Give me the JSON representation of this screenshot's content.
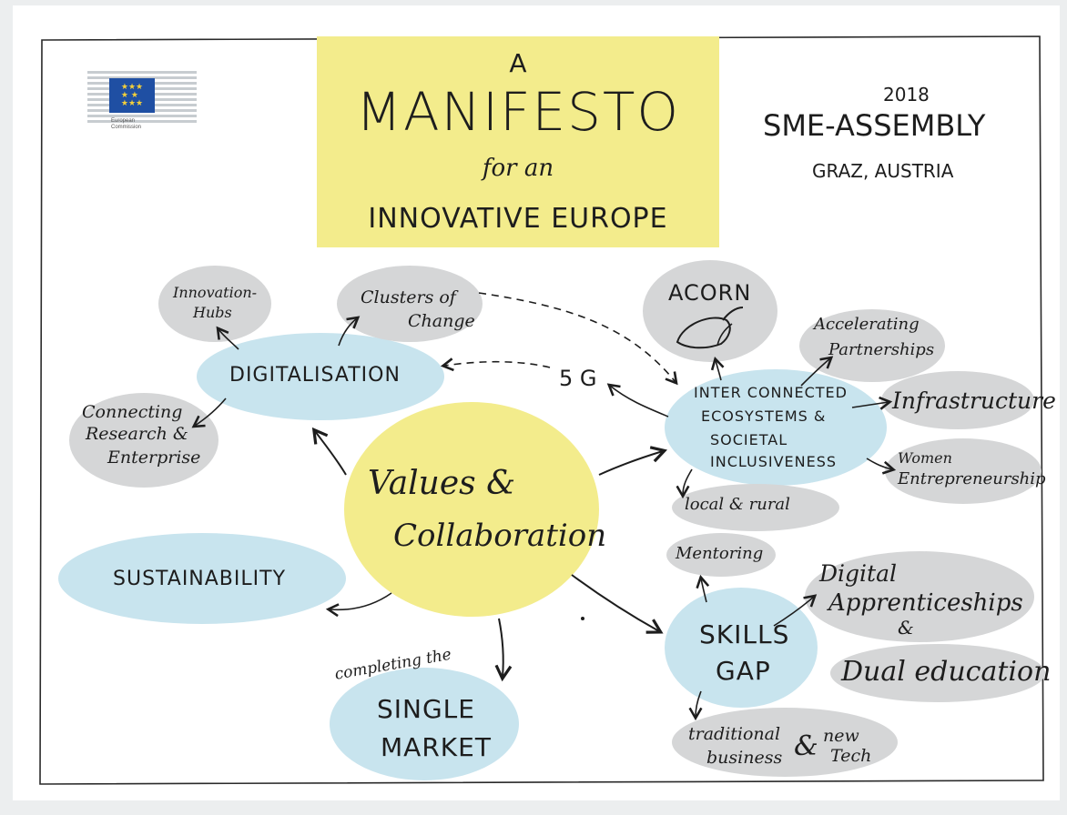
{
  "colors": {
    "yellow": "#f3ec8c",
    "blue": "#c8e4ee",
    "grey": "#d5d6d7",
    "ink": "#1d1d1d"
  },
  "logo": {
    "icon": "eu-flag-icon",
    "text_line1": "European",
    "text_line2": "Commission"
  },
  "title": {
    "line1": "A",
    "line2": "MANIFESTO",
    "line3": "for an",
    "line4": "INNOVATIVE EUROPE"
  },
  "event": {
    "year": "2018",
    "name": "SME-ASSEMBLY",
    "location": "GRAZ, AUSTRIA"
  },
  "center": {
    "line1": "Values &",
    "line2": "Collaboration"
  },
  "nodes": {
    "digitalisation": "DIGITALISATION",
    "innovation_hubs_1": "Innovation-",
    "innovation_hubs_2": "Hubs",
    "clusters_1": "Clusters of",
    "clusters_2": "Change",
    "connecting_1": "Connecting",
    "connecting_2": "Research &",
    "connecting_3": "Enterprise",
    "fiveg": "5 G",
    "acorn": "ACORN",
    "interconnected_1": "INTER CONNECTED",
    "interconnected_2": "ECOSYSTEMS &",
    "interconnected_3": "SOCIETAL",
    "interconnected_4": "INCLUSIVENESS",
    "accelerating_1": "Accelerating",
    "accelerating_2": "Partnerships",
    "infrastructure": "Infrastructure",
    "women_1": "Women",
    "women_2": "Entrepreneurship",
    "local_rural": "local & rural",
    "sustainability": "SUSTAINABILITY",
    "single_market_1": "completing the",
    "single_market_2": "SINGLE",
    "single_market_3": "MARKET",
    "skills_1": "SKILLS",
    "skills_2": "GAP",
    "mentoring": "Mentoring",
    "digital_app_1": "Digital",
    "digital_app_2": "Apprenticeships",
    "digital_app_3": "&",
    "dual_education": "Dual education",
    "traditional_1": "traditional",
    "traditional_2": "business",
    "traditional_amp": "&",
    "traditional_3": "new",
    "traditional_4": "Tech"
  }
}
